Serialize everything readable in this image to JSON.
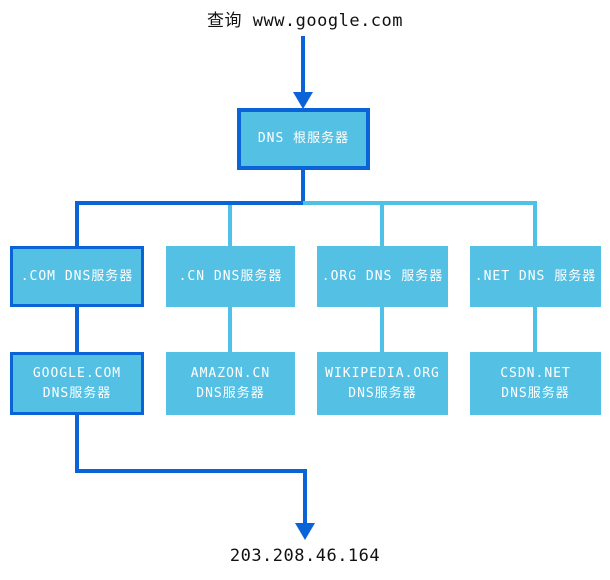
{
  "query": {
    "label": "查询 www.google.com"
  },
  "nodes": {
    "root": {
      "label": "DNS 根服务器"
    },
    "tld": [
      {
        "id": "com",
        "label": ".COM DNS服务器",
        "highlighted": true
      },
      {
        "id": "cn",
        "label": ".CN DNS服务器",
        "highlighted": false
      },
      {
        "id": "org",
        "label": ".ORG DNS 服务器",
        "highlighted": false
      },
      {
        "id": "net",
        "label": ".NET DNS 服务器",
        "highlighted": false
      }
    ],
    "auth": [
      {
        "id": "google",
        "line1": "GOOGLE.COM",
        "line2": "DNS服务器",
        "highlighted": true
      },
      {
        "id": "amazon",
        "line1": "AMAZON.CN",
        "line2": "DNS服务器",
        "highlighted": false
      },
      {
        "id": "wikipedia",
        "line1": "WIKIPEDIA.ORG",
        "line2": "DNS服务器",
        "highlighted": false
      },
      {
        "id": "csdn",
        "line1": "CSDN.NET",
        "line2": "DNS服务器",
        "highlighted": false
      }
    ]
  },
  "result": {
    "ip": "203.208.46.164"
  },
  "colors": {
    "accent_dark": "#0b63d8",
    "node_fill": "#54c0e4",
    "connector_light": "#4fc0e6",
    "node_text": "#ffffff",
    "page_text": "#111111"
  }
}
